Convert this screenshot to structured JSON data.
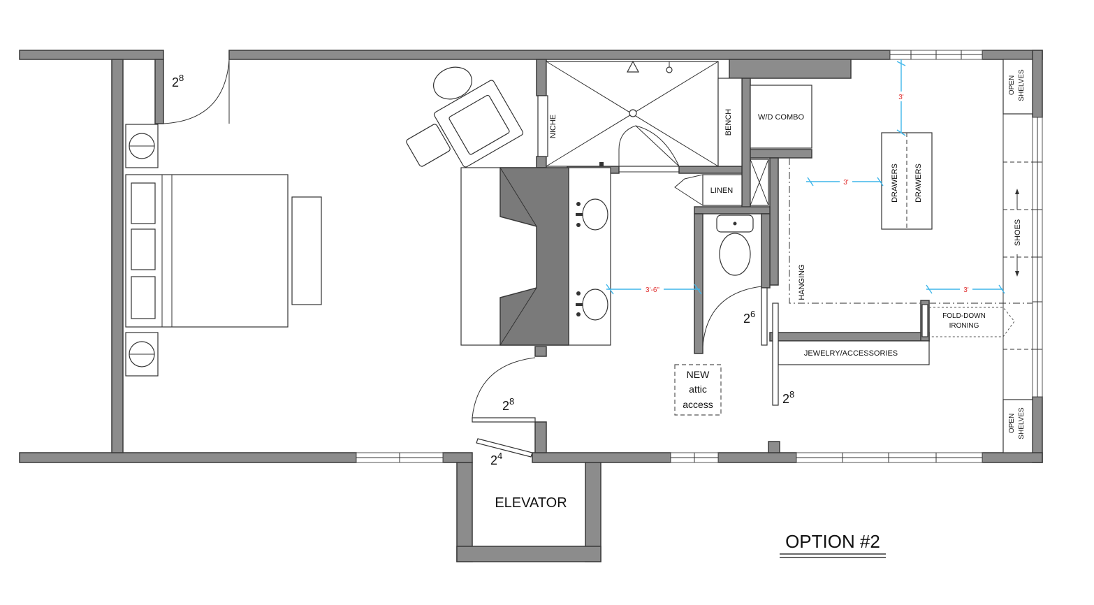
{
  "title": "OPTION #2",
  "rooms": {
    "elevator": "ELEVATOR",
    "attic_line1": "NEW",
    "attic_line2": "attic",
    "attic_line3": "access"
  },
  "fixtures": {
    "niche": "NICHE",
    "bench": "BENCH",
    "wd_combo": "W/D COMBO",
    "linen": "LINEN",
    "drawers_1": "DRAWERS",
    "drawers_2": "DRAWERS",
    "hanging": "HANGING",
    "shoes": "SHOES",
    "open_shelves_top_1": "OPEN",
    "open_shelves_top_2": "SHELVES",
    "open_shelves_bottom_1": "OPEN",
    "open_shelves_bottom_2": "SHELVES",
    "fold_down_1": "FOLD-DOWN",
    "fold_down_2": "IRONING",
    "jewelry": "JEWELRY/ACCESSORIES"
  },
  "doors": {
    "entry": {
      "base": "2",
      "sup": "8"
    },
    "bath": {
      "base": "2",
      "sup": "8"
    },
    "elevator": {
      "base": "2",
      "sup": "4"
    },
    "wc": {
      "base": "2",
      "sup": "6"
    },
    "closet": {
      "base": "2",
      "sup": "8"
    }
  },
  "dimensions": {
    "vanity_clear": "3'-6\"",
    "closet_top": "3'",
    "closet_aisle": "3'",
    "closet_side": "3'"
  },
  "colors": {
    "wall": "#8c8c8c",
    "dimension_line": "#3fb6ea",
    "dimension_text": "#e03030"
  }
}
